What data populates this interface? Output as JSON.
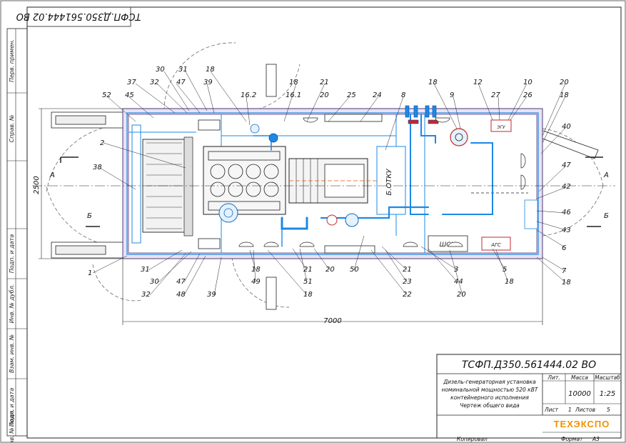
{
  "document": {
    "code": "ТСФП.Д350.561444.02 ВО",
    "code_rotated": "ТСФП.Д350.561444.02 ВО",
    "description_lines": [
      "Дизель-генераторная установка",
      "номинальной мощностью 520 кВТ",
      "контейнерного исполнения",
      "Чертеж общего вида"
    ],
    "headers": {
      "lit": "Лит.",
      "mass": "Масса",
      "scale": "Масштаб"
    },
    "mass_value": "10000",
    "scale_value": "1:25",
    "sheet_label": "Лист",
    "sheet_num": "1",
    "sheets_label": "Листов",
    "sheets_num": "5",
    "company": "ТЕХЭКСПО",
    "copied_label": "Копировал",
    "format_label": "Формат",
    "format_value": "А3"
  },
  "side_stamp": [
    "Перв. примен.",
    "Справ. №",
    "Подп. и дата",
    "Инв. № дубл.",
    "Взам. инв. №",
    "Подп. и дата",
    "Инв. № подл."
  ],
  "dimensions": {
    "length": "7000",
    "width": "2500"
  },
  "sections": {
    "a_left": "А",
    "a_right": "А",
    "b_left": "Б",
    "b_right": "Б"
  },
  "equipment_labels": {
    "tank": "Б.ОТКУ",
    "shn": "ШСН",
    "ags": "АГС",
    "egu": "ЭГУ"
  },
  "callouts_top": [
    "30",
    "31",
    "18",
    "37",
    "32",
    "47",
    "39",
    "52",
    "45",
    "16.2",
    "18",
    "16.1",
    "21",
    "20",
    "25",
    "24",
    "8",
    "18",
    "12",
    "10",
    "9",
    "27",
    "26",
    "20",
    "18"
  ],
  "callouts_left": [
    "2",
    "38",
    "1"
  ],
  "callouts_right": [
    "40",
    "47",
    "42",
    "46",
    "43",
    "6",
    "7",
    "18"
  ],
  "callouts_bottom": [
    "31",
    "30",
    "32",
    "47",
    "48",
    "39",
    "18",
    "49",
    "18",
    "21",
    "51",
    "20",
    "50",
    "21",
    "23",
    "22",
    "3",
    "44",
    "20",
    "5",
    "18"
  ]
}
